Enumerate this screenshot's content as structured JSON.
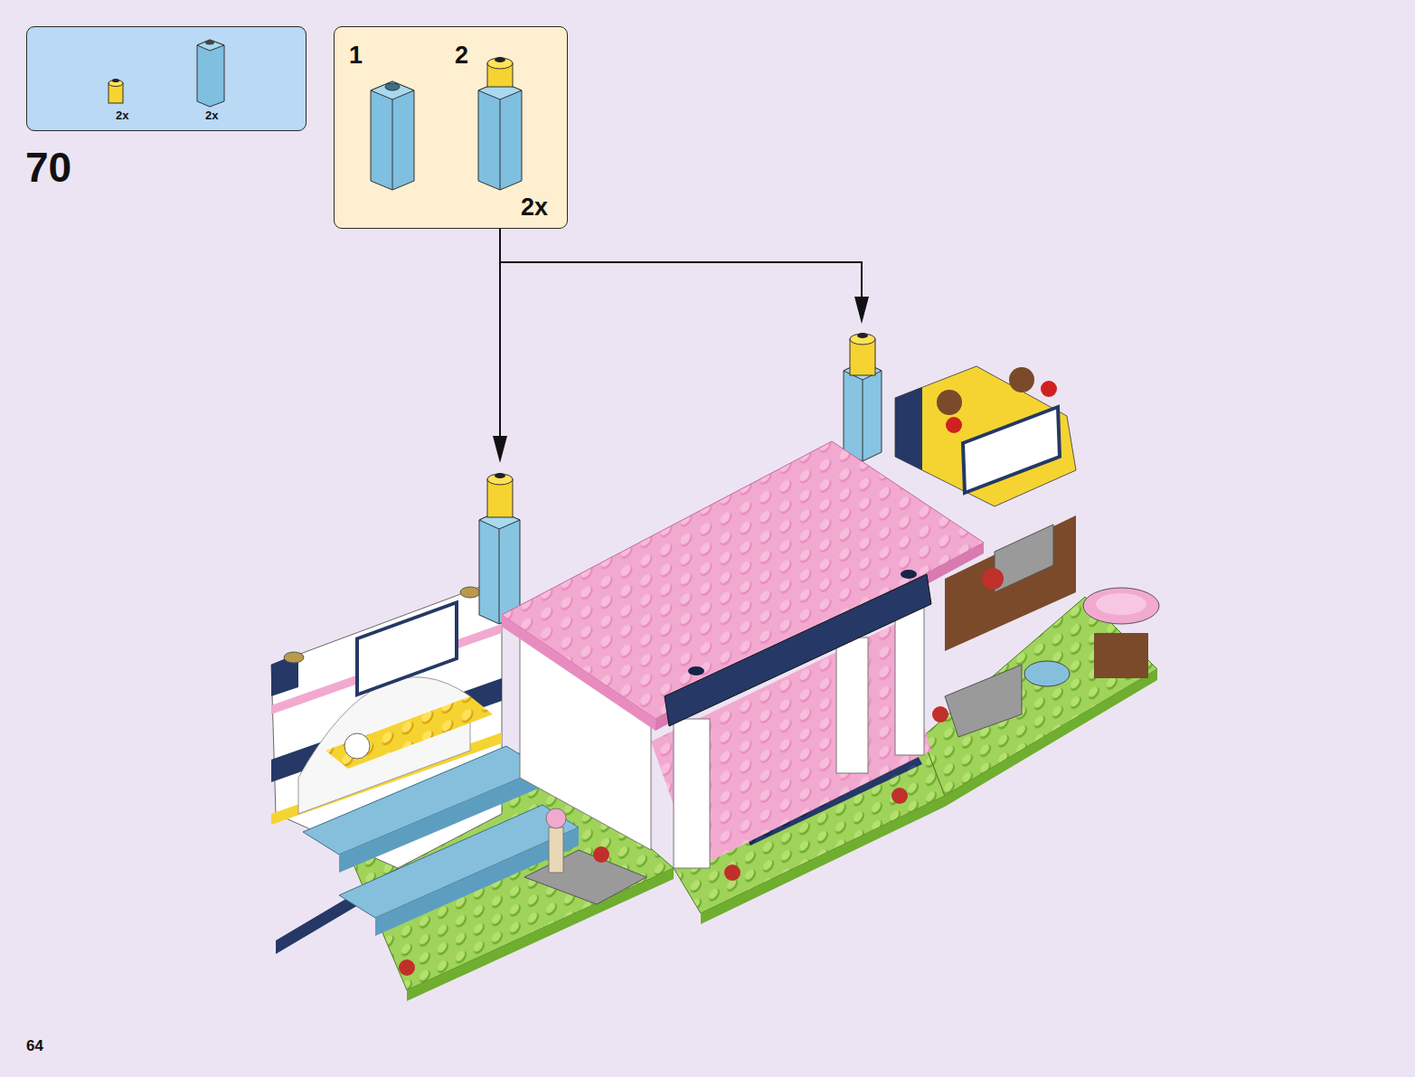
{
  "diagram": {
    "nodes": [
      {
        "text": [
          "2x",
          "2x"
        ]
      },
      {
        "text": [
          "1",
          "2",
          "2x"
        ]
      }
    ],
    "labels": [
      "70",
      "64"
    ]
  }
}
